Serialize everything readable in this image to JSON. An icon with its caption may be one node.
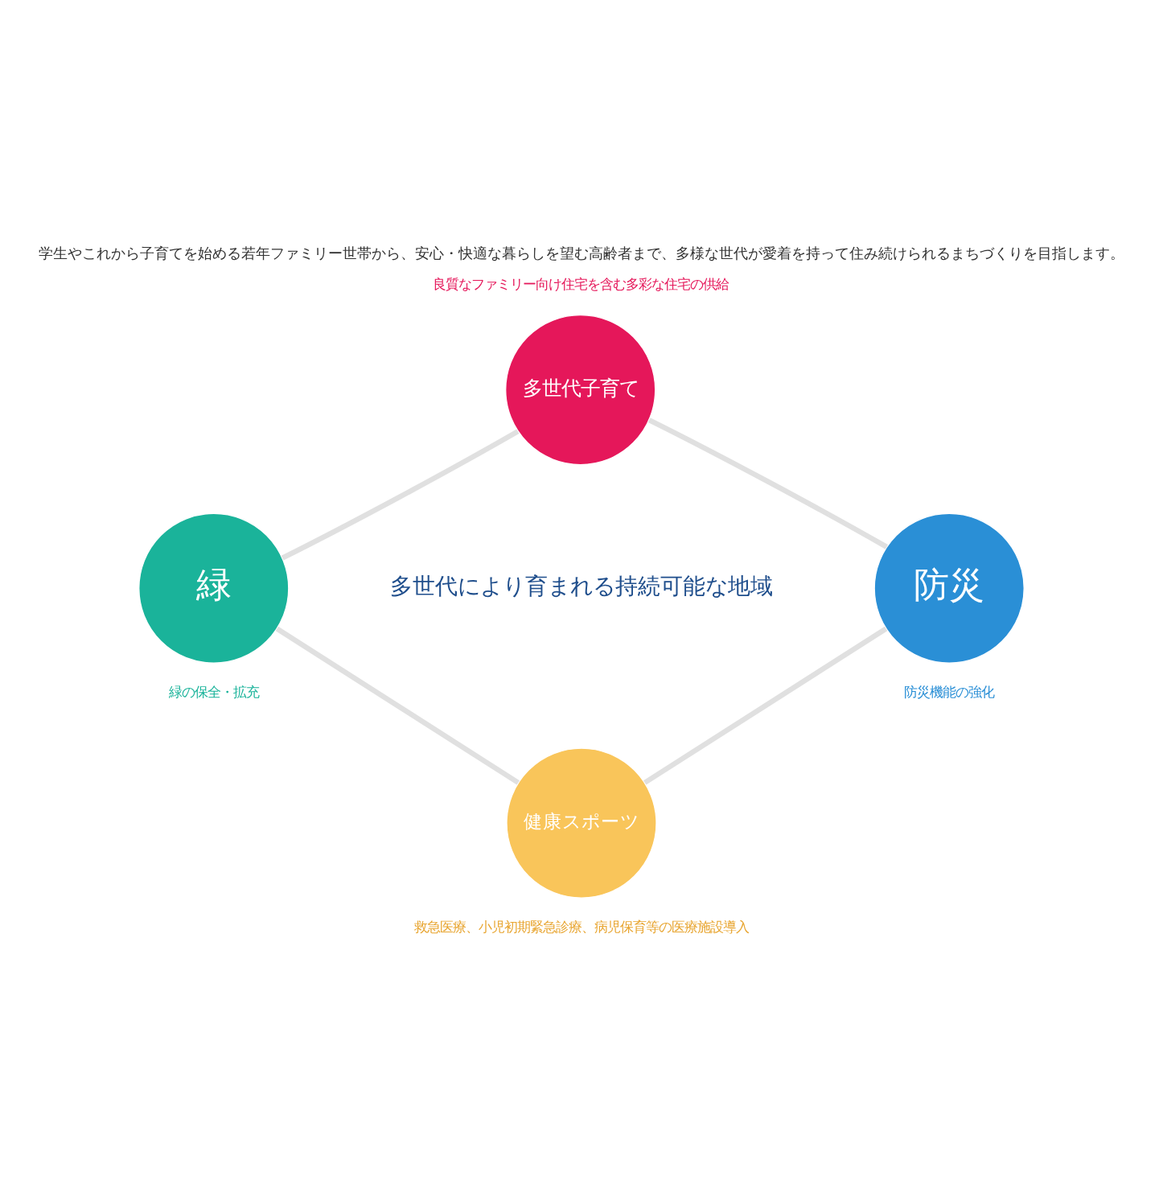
{
  "diagram": {
    "title": "学生やこれから子育てを始める若年ファミリー世帯から、安心・快適な暮らしを望む高齢者まで、多様な世代が愛着を持って住み続けられるまちづくりを目指します。",
    "nodes": [
      {
        "text": [
          "多世代子育て"
        ],
        "beside": [
          "良質なファミリー向け住宅を含む多彩な住宅の供給"
        ]
      },
      {
        "text": [
          "緑"
        ],
        "beside": [
          "緑の保全・拡充"
        ]
      },
      {
        "text": [
          "防災"
        ],
        "beside": [
          "防災機能の強化"
        ]
      },
      {
        "text": [
          "健康スポーツ"
        ],
        "beside": [
          "救急医療、小児初期緊急診療、病児保育等の医療施設導入"
        ]
      }
    ],
    "edges": [
      {
        "from": 0,
        "to": 2,
        "arrow": "none"
      },
      {
        "from": 2,
        "to": 3,
        "arrow": "none"
      },
      {
        "from": 3,
        "to": 1,
        "arrow": "none"
      },
      {
        "from": 1,
        "to": 0,
        "arrow": "none"
      }
    ],
    "labels": [
      "多世代により育まれる持続可能な地域"
    ]
  }
}
